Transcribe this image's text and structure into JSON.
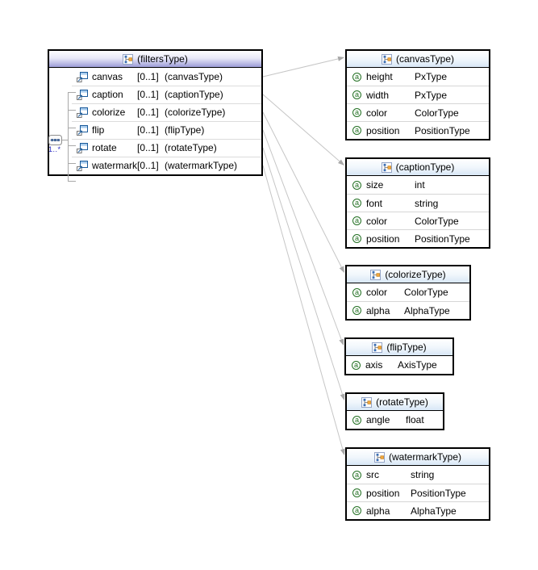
{
  "diagram": {
    "filters_box": {
      "title": "(filtersType)",
      "compositor": {
        "kind": "sequence",
        "occurrence": "1..*"
      },
      "rows": [
        {
          "name": "canvas",
          "cardinality": "[0..1]",
          "type": "(canvasType)"
        },
        {
          "name": "caption",
          "cardinality": "[0..1]",
          "type": "(captionType)"
        },
        {
          "name": "colorize",
          "cardinality": "[0..1]",
          "type": "(colorizeType)"
        },
        {
          "name": "flip",
          "cardinality": "[0..1]",
          "type": "(flipType)"
        },
        {
          "name": "rotate",
          "cardinality": "[0..1]",
          "type": "(rotateType)"
        },
        {
          "name": "watermark",
          "cardinality": "[0..1]",
          "type": "(watermarkType)"
        }
      ]
    },
    "type_boxes": [
      {
        "title": "(canvasType)",
        "attributes": [
          {
            "name": "height",
            "type": "PxType"
          },
          {
            "name": "width",
            "type": "PxType"
          },
          {
            "name": "color",
            "type": "ColorType"
          },
          {
            "name": "position",
            "type": "PositionType"
          }
        ]
      },
      {
        "title": "(captionType)",
        "attributes": [
          {
            "name": "size",
            "type": "int"
          },
          {
            "name": "font",
            "type": "string"
          },
          {
            "name": "color",
            "type": "ColorType"
          },
          {
            "name": "position",
            "type": "PositionType"
          }
        ]
      },
      {
        "title": "(colorizeType)",
        "attributes": [
          {
            "name": "color",
            "type": "ColorType"
          },
          {
            "name": "alpha",
            "type": "AlphaType"
          }
        ]
      },
      {
        "title": "(flipType)",
        "attributes": [
          {
            "name": "axis",
            "type": "AxisType"
          }
        ]
      },
      {
        "title": "(rotateType)",
        "attributes": [
          {
            "name": "angle",
            "type": "float"
          }
        ]
      },
      {
        "title": "(watermarkType)",
        "attributes": [
          {
            "name": "src",
            "type": "string"
          },
          {
            "name": "position",
            "type": "PositionType"
          },
          {
            "name": "alpha",
            "type": "AlphaType"
          }
        ]
      }
    ],
    "connections": [
      {
        "from_row": 0,
        "to_box": 0
      },
      {
        "from_row": 1,
        "to_box": 1
      },
      {
        "from_row": 2,
        "to_box": 2
      },
      {
        "from_row": 3,
        "to_box": 3
      },
      {
        "from_row": 4,
        "to_box": 4
      },
      {
        "from_row": 5,
        "to_box": 5
      }
    ],
    "attribute_icon_glyph": "a"
  },
  "colors": {
    "connector": "#c6c6c6",
    "arrowhead": "#a8a8a8",
    "occurrence_text": "#2b2bc0",
    "header_purple_bottom": "#9c9cd7",
    "header_blue_bottom": "#d8e7f6"
  }
}
